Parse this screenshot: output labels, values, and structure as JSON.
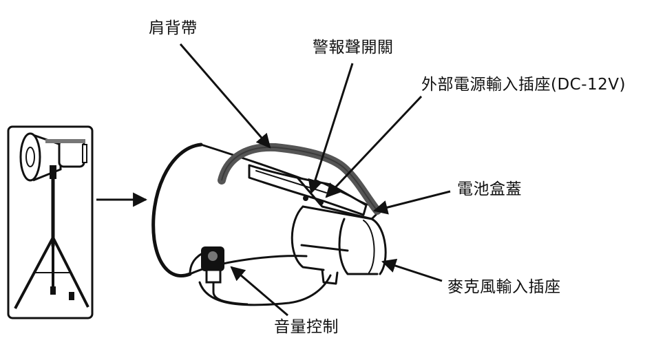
{
  "labels": {
    "shoulder_strap": "肩背帶",
    "alarm_switch": "警報聲開關",
    "dc_input": "外部電源輸入插座(DC-12V)",
    "battery_cover": "電池盒蓋",
    "mic_input": "麥克風輸入插座",
    "volume_control": "音量控制"
  },
  "colors": {
    "ink": "#111111",
    "strap": "#555555",
    "background": "#ffffff"
  }
}
